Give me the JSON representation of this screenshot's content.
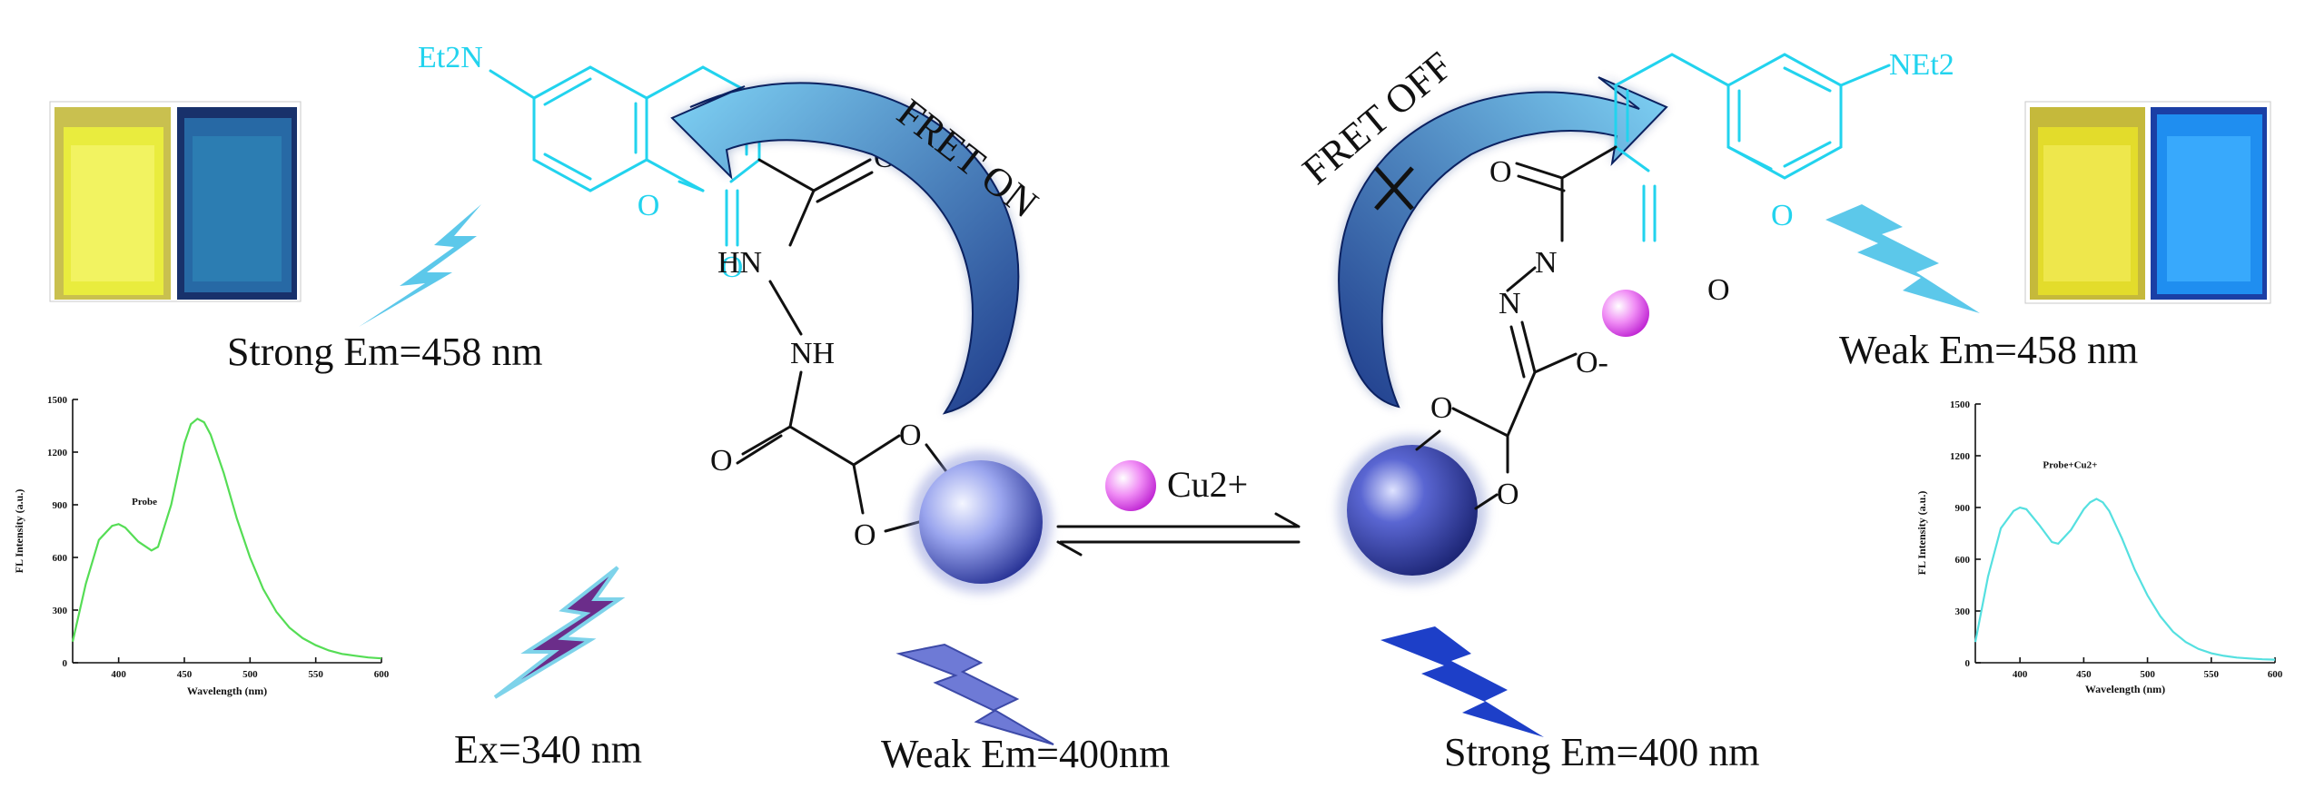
{
  "colors": {
    "fluorophore": "#22d3ee",
    "fret_arrow": "#1e3a8a",
    "copper_ion": "#e879f9",
    "sphere": "#3b4bb8",
    "spectrum_left": "#55dd55",
    "spectrum_right": "#55e0e0"
  },
  "left": {
    "fret_label": "FRET ON",
    "emission_label": "Strong Em=458 nm",
    "amine_label": "Et2N",
    "hydrazide_h1": "HN",
    "hydrazide_h2": "NH",
    "oxygen": "O",
    "excitation_label": "Ex=340 nm",
    "sphere_emission": "Weak Em=400nm"
  },
  "right": {
    "fret_label": "FRET OFF",
    "emission_label": "Weak Em=458 nm",
    "amine_label": "NEt2",
    "nitrogen": "N",
    "oxygen": "O",
    "oxygen_anion": "O-",
    "sphere_emission": "Strong Em=400 nm"
  },
  "center": {
    "ion_label": "Cu2+"
  },
  "chart_data": [
    {
      "type": "line",
      "name": "left-spectrum",
      "xlabel": "Wavelength (nm)",
      "ylabel": "FL Intensity (a.u.)",
      "xlim": [
        365,
        600
      ],
      "ylim": [
        0,
        1500
      ],
      "xticks": [
        "400",
        "450",
        "500",
        "550",
        "600"
      ],
      "yticks": [
        "0",
        "300",
        "600",
        "900",
        "1200",
        "1500"
      ],
      "series": [
        {
          "name": "Probe",
          "x": [
            365,
            375,
            385,
            395,
            400,
            405,
            415,
            425,
            430,
            440,
            450,
            455,
            460,
            465,
            470,
            480,
            490,
            500,
            510,
            520,
            530,
            540,
            550,
            560,
            570,
            580,
            590,
            600
          ],
          "y": [
            120,
            450,
            700,
            780,
            790,
            770,
            690,
            640,
            660,
            900,
            1250,
            1360,
            1390,
            1370,
            1300,
            1080,
            820,
            600,
            420,
            290,
            200,
            140,
            100,
            70,
            50,
            40,
            30,
            25
          ]
        }
      ]
    },
    {
      "type": "line",
      "name": "right-spectrum",
      "xlabel": "Wavelength (nm)",
      "ylabel": "FL Intensity (a.u.)",
      "xlim": [
        365,
        600
      ],
      "ylim": [
        0,
        1500
      ],
      "xticks": [
        "400",
        "450",
        "500",
        "550",
        "600"
      ],
      "yticks": [
        "0",
        "300",
        "600",
        "900",
        "1200",
        "1500"
      ],
      "series": [
        {
          "name": "Probe+Cu2+",
          "x": [
            365,
            375,
            385,
            395,
            400,
            405,
            415,
            425,
            430,
            440,
            450,
            455,
            460,
            465,
            470,
            480,
            490,
            500,
            510,
            520,
            530,
            540,
            550,
            560,
            570,
            580,
            590,
            600
          ],
          "y": [
            120,
            500,
            780,
            880,
            900,
            890,
            800,
            700,
            690,
            770,
            890,
            930,
            950,
            930,
            880,
            720,
            540,
            390,
            270,
            180,
            120,
            80,
            55,
            40,
            30,
            25,
            20,
            18
          ]
        }
      ]
    }
  ]
}
